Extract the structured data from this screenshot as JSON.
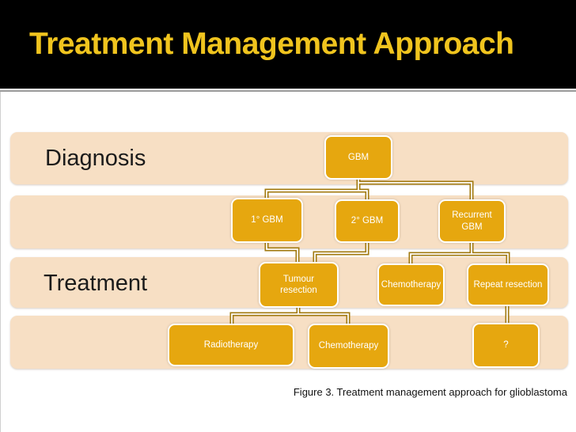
{
  "slide": {
    "title": "Treatment Management Approach",
    "caption": "Figure 3. Treatment management approach for glioblastoma"
  },
  "bands": [
    {
      "label": "Diagnosis"
    },
    {
      "label": ""
    },
    {
      "label": "Treatment"
    },
    {
      "label": ""
    }
  ],
  "diagram": {
    "type": "org-chart",
    "nodes": {
      "gbm": {
        "label": "GBM"
      },
      "primary_gbm": {
        "label": "1° GBM"
      },
      "secondary_gbm": {
        "label": "2° GBM"
      },
      "recurrent_gbm": {
        "label": "Recurrent GBM"
      },
      "tumour_resection": {
        "label": "Tumour resection"
      },
      "chemotherapy_1": {
        "label": "Chemotherapy"
      },
      "repeat_resection": {
        "label": "Repeat resection"
      },
      "radiotherapy": {
        "label": "Radiotherapy"
      },
      "chemotherapy_2": {
        "label": "Chemotherapy"
      },
      "unknown": {
        "label": "?"
      }
    },
    "edges": [
      {
        "from": "GBM",
        "to": "1° GBM"
      },
      {
        "from": "GBM",
        "to": "2° GBM"
      },
      {
        "from": "GBM",
        "to": "Recurrent GBM"
      },
      {
        "from": "1° GBM",
        "to": "Tumour resection"
      },
      {
        "from": "2° GBM",
        "to": "Tumour resection"
      },
      {
        "from": "Recurrent GBM",
        "to": "Chemotherapy"
      },
      {
        "from": "Recurrent GBM",
        "to": "Repeat resection"
      },
      {
        "from": "Tumour resection",
        "to": "Radiotherapy"
      },
      {
        "from": "Tumour resection",
        "to": "Chemotherapy"
      },
      {
        "from": "Repeat resection",
        "to": "?"
      }
    ]
  },
  "colors": {
    "header_background": "#000000",
    "title_gold": "#F0C41E",
    "band_peach": "#F7DFC4",
    "node_gold": "#E6A70F",
    "node_border": "#FFFFFF",
    "connector": "#A1790E",
    "label_text": "#1B1B1B",
    "caption_text": "#111111"
  }
}
